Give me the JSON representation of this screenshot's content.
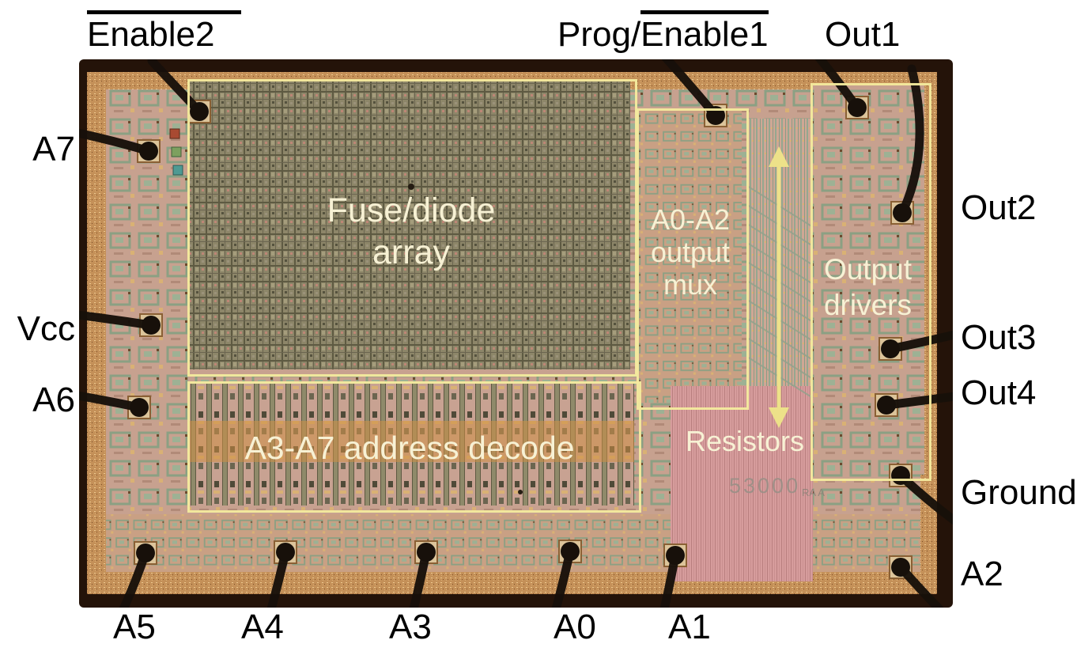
{
  "figure": {
    "description": "Annotated microscope die photo of a PROM integrated circuit",
    "die_marking": "53000",
    "die_marking_suffix": "RA A"
  },
  "regions": {
    "fuse_array_line1": "Fuse/diode",
    "fuse_array_line2": "array",
    "address_decode": "A3-A7 address decode",
    "output_mux_line1": "A0-A2",
    "output_mux_line2": "output",
    "output_mux_line3": "mux",
    "output_drivers_line1": "Output",
    "output_drivers_line2": "drivers",
    "resistors": "Resistors"
  },
  "pins": {
    "enable2": "Enable2",
    "prog_prefix": "Prog/",
    "enable1": "Enable1",
    "out1": "Out1",
    "a7": "A7",
    "vcc": "Vcc",
    "a6": "A6",
    "a5": "A5",
    "a4": "A4",
    "a3": "A3",
    "a0": "A0",
    "a1": "A1",
    "out2": "Out2",
    "out3": "Out3",
    "out4": "Out4",
    "ground": "Ground",
    "a2": "A2"
  },
  "colors": {
    "annotation_box": "#f4eb9e",
    "annotation_text": "#f7f1d4",
    "arrow": "#ede189",
    "pin_label": "#000000",
    "background": "#ffffff",
    "die_border": "#241309",
    "die_surface_pink": "#c7a18f",
    "die_gold_speckle": "#c49058",
    "fuse_array_olive": "#8d8669",
    "resistor_pink": "#d69c9c"
  }
}
